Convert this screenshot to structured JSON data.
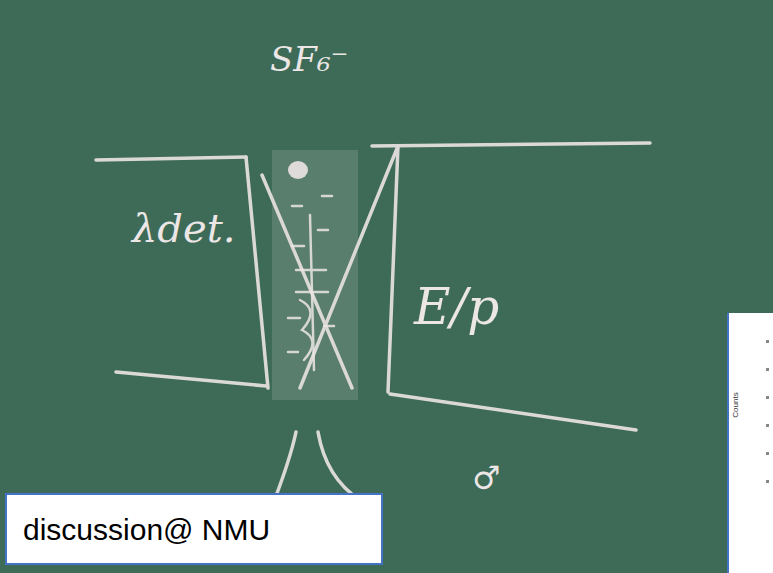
{
  "diagram": {
    "nodes": [
      {
        "text": [
          "discussion@ NMU"
        ]
      }
    ],
    "labels": [
      "SF₆⁻",
      "λdet.",
      "E/p",
      "♂",
      "Counts"
    ]
  }
}
